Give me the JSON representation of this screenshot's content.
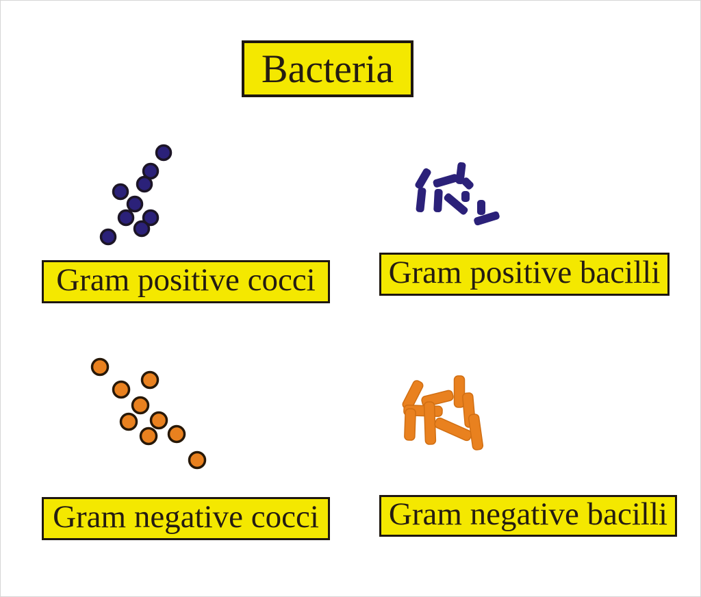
{
  "title": "Bacteria",
  "colors": {
    "background": "#FFFFFF",
    "box_fill": "#F4E800",
    "box_border": "#1E1710",
    "text": "#241C12",
    "gram_positive": "#2B2179",
    "gram_positive_outline": "#1C1526",
    "gram_negative": "#E9811F",
    "gram_negative_edge": "#D06E12",
    "gram_negative_outline": "#271808"
  },
  "groups": [
    {
      "id": "gram-positive-cocci",
      "label": "Gram positive cocci",
      "morphology": "cocci",
      "stain": "positive",
      "fill": "gram_positive",
      "stroke": "gram_positive_outline",
      "radius": 10.5,
      "stroke_width": 3.5,
      "cells": [
        [
          238,
          222
        ],
        [
          219,
          249
        ],
        [
          210,
          268
        ],
        [
          175,
          279
        ],
        [
          196,
          297
        ],
        [
          183,
          317
        ],
        [
          219,
          317
        ],
        [
          206,
          333
        ],
        [
          157,
          345
        ]
      ]
    },
    {
      "id": "gram-positive-bacilli",
      "label": "Gram positive bacilli",
      "morphology": "bacilli",
      "stain": "positive",
      "fill": "gram_positive",
      "stroke": "gram_positive",
      "rod_width": 12,
      "stroke_width": 0,
      "cells": [
        [
          617,
          260,
          32,
          -60
        ],
        [
          614,
          291,
          36,
          96
        ],
        [
          650,
          263,
          37,
          -16
        ],
        [
          672,
          252,
          32,
          97
        ],
        [
          682,
          267,
          18,
          45
        ],
        [
          679,
          286,
          16,
          90
        ],
        [
          639,
          292,
          34,
          93
        ],
        [
          665,
          297,
          40,
          40
        ],
        [
          702,
          302,
          22,
          90
        ],
        [
          710,
          318,
          38,
          -17
        ]
      ]
    },
    {
      "id": "gram-negative-cocci",
      "label": "Gram negative cocci",
      "morphology": "cocci",
      "stain": "negative",
      "fill": "gram_negative",
      "stroke": "gram_negative_outline",
      "radius": 11.5,
      "stroke_width": 3.5,
      "cells": [
        [
          145,
          535
        ],
        [
          176,
          568
        ],
        [
          218,
          554
        ],
        [
          204,
          591
        ],
        [
          187,
          615
        ],
        [
          231,
          613
        ],
        [
          216,
          636
        ],
        [
          257,
          633
        ],
        [
          287,
          671
        ]
      ]
    },
    {
      "id": "gram-negative-bacilli",
      "label": "Gram negative bacilli",
      "morphology": "bacilli",
      "stain": "negative",
      "fill": "gram_negative",
      "stroke": "gram_negative_edge",
      "rod_width": 15,
      "stroke_width": 1.5,
      "cells": [
        [
          602,
          576,
          44,
          -63
        ],
        [
          638,
          581,
          46,
          -14
        ],
        [
          617,
          599,
          56,
          2
        ],
        [
          598,
          619,
          46,
          92
        ],
        [
          627,
          617,
          62,
          88
        ],
        [
          670,
          571,
          46,
          90
        ],
        [
          684,
          598,
          50,
          85
        ],
        [
          661,
          626,
          56,
          24
        ],
        [
          694,
          630,
          52,
          82
        ]
      ]
    }
  ]
}
